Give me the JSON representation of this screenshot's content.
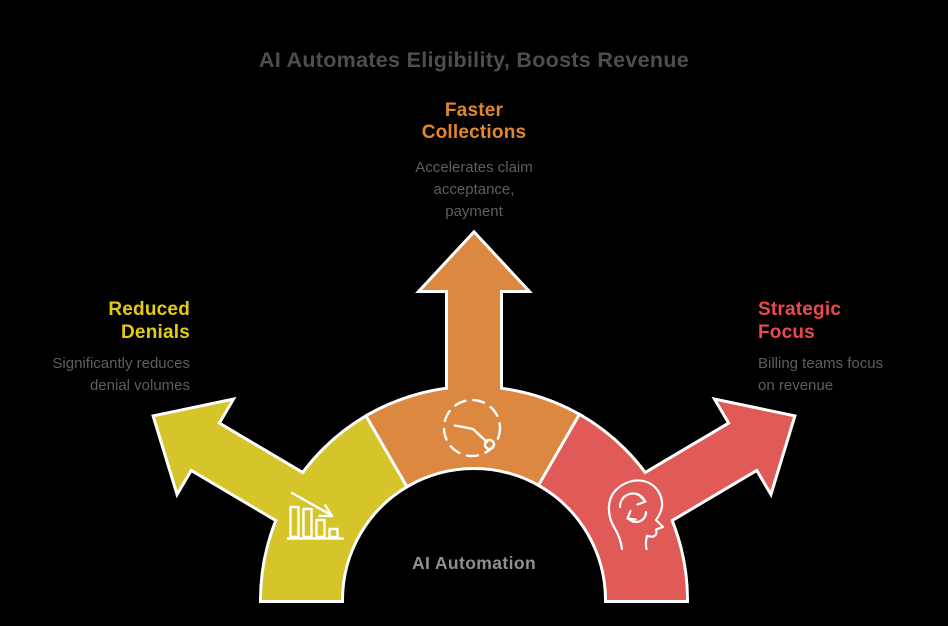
{
  "title": "AI Automates Eligibility, Boosts Revenue",
  "center_label": "AI Automation",
  "branches": {
    "top": {
      "heading": "Faster\nCollections",
      "description": "Accelerates claim\nacceptance,\npayment",
      "icon": "stopwatch-clock-icon"
    },
    "left": {
      "heading": "Reduced\nDenials",
      "description": "Significantly reduces\ndenial volumes",
      "icon": "declining-bar-chart-icon"
    },
    "right": {
      "heading": "Strategic\nFocus",
      "description": "Billing teams focus\non revenue",
      "icon": "head-refresh-icon"
    }
  },
  "colors": {
    "background": "#000000",
    "outline": "#ffffff",
    "title_text": "#4b4f54",
    "body_text": "#5b5f63",
    "center_text": "#8d9196",
    "yellow_fill": "#d5c52b",
    "orange_fill": "#dd8840",
    "red_fill": "#e05b57",
    "yellow_heading": "#e4cb16",
    "orange_heading": "#e1882f",
    "red_heading": "#ea4950"
  }
}
